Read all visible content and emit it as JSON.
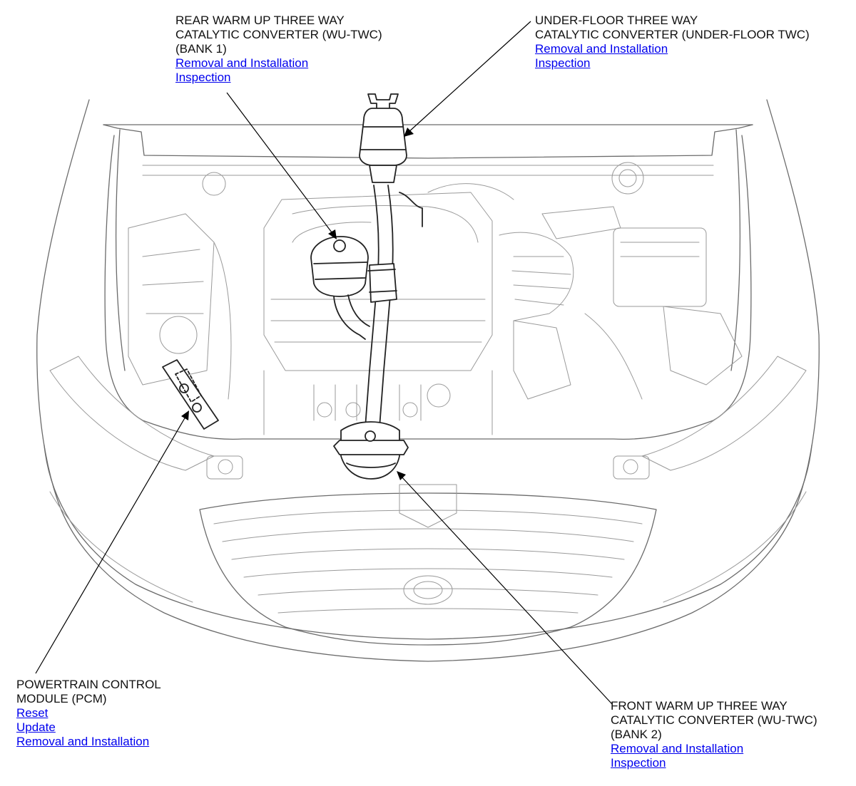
{
  "callouts": {
    "rear_wu_twc": {
      "lines": [
        "REAR WARM UP THREE WAY",
        "CATALYTIC CONVERTER (WU-TWC)",
        "(BANK 1)"
      ],
      "links": [
        "Removal and Installation",
        "Inspection"
      ]
    },
    "under_floor_twc": {
      "lines": [
        "UNDER-FLOOR THREE WAY",
        "CATALYTIC CONVERTER (UNDER-FLOOR TWC)"
      ],
      "links": [
        "Removal and Installation",
        "Inspection"
      ]
    },
    "pcm": {
      "lines": [
        "POWERTRAIN CONTROL",
        "MODULE (PCM)"
      ],
      "links": [
        "Reset",
        "Update",
        "Removal and Installation"
      ]
    },
    "front_wu_twc": {
      "lines": [
        "FRONT WARM UP THREE WAY",
        "CATALYTIC CONVERTER (WU-TWC)",
        "(BANK 2)"
      ],
      "links": [
        "Removal and Installation",
        "Inspection"
      ]
    }
  },
  "colors": {
    "link": "#0000ee",
    "leader": "#000000",
    "linework": "#6b6b6b"
  }
}
